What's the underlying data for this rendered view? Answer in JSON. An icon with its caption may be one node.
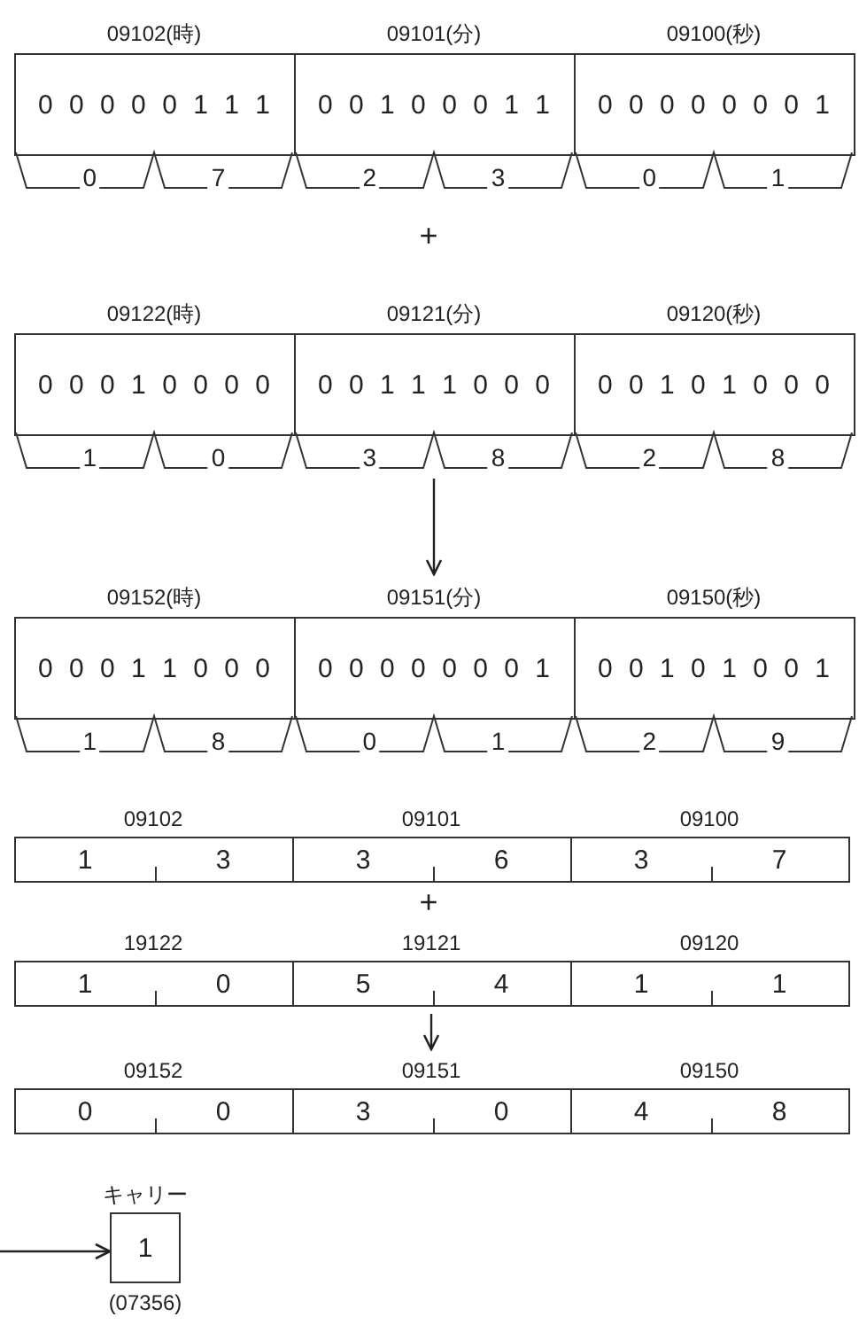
{
  "diagram": {
    "nodes": [
      {
        "text": [
          "09102(時)",
          "0 0 0 0 0 1 1 1"
        ],
        "beside": [
          "0",
          "7"
        ]
      },
      {
        "text": [
          "09101(分)",
          "0 0 1 0 0 0 1 1"
        ],
        "beside": [
          "2",
          "3"
        ]
      },
      {
        "text": [
          "09100(秒)",
          "0 0 0 0 0 0 0 1"
        ],
        "beside": [
          "0",
          "1"
        ]
      },
      {
        "text": [
          "09122(時)",
          "0 0 0 1 0 0 0 0"
        ],
        "beside": [
          "1",
          "0"
        ]
      },
      {
        "text": [
          "09121(分)",
          "0 0 1 1 1 0 0 0"
        ],
        "beside": [
          "3",
          "8"
        ]
      },
      {
        "text": [
          "09120(秒)",
          "0 0 1 0 1 0 0 0"
        ],
        "beside": [
          "2",
          "8"
        ]
      },
      {
        "text": [
          "09152(時)",
          "0 0 0 1 1 0 0 0"
        ],
        "beside": [
          "1",
          "8"
        ]
      },
      {
        "text": [
          "09151(分)",
          "0 0 0 0 0 0 0 1"
        ],
        "beside": [
          "0",
          "1"
        ]
      },
      {
        "text": [
          "09150(秒)",
          "0 0 1 0 1 0 0 1"
        ],
        "beside": [
          "2",
          "9"
        ]
      },
      {
        "text": [
          "09102",
          "1",
          "3"
        ]
      },
      {
        "text": [
          "09101",
          "3",
          "6"
        ]
      },
      {
        "text": [
          "09100",
          "3",
          "7"
        ]
      },
      {
        "text": [
          "19122",
          "1",
          "0"
        ]
      },
      {
        "text": [
          "19121",
          "5",
          "4"
        ]
      },
      {
        "text": [
          "09120",
          "1",
          "1"
        ]
      },
      {
        "text": [
          "09152",
          "0",
          "0"
        ]
      },
      {
        "text": [
          "09151",
          "3",
          "0"
        ]
      },
      {
        "text": [
          "09150",
          "4",
          "8"
        ]
      },
      {
        "text": [
          "キャリー",
          "1"
        ],
        "beside": [
          "(07356)"
        ]
      }
    ],
    "edges": [
      {
        "from": 4,
        "to": 7,
        "arrow": "to"
      },
      {
        "from": 13,
        "to": 16,
        "arrow": "to"
      },
      {
        "from": null,
        "to": 18,
        "arrow": "to"
      }
    ],
    "labels": [
      "+",
      "+"
    ]
  }
}
